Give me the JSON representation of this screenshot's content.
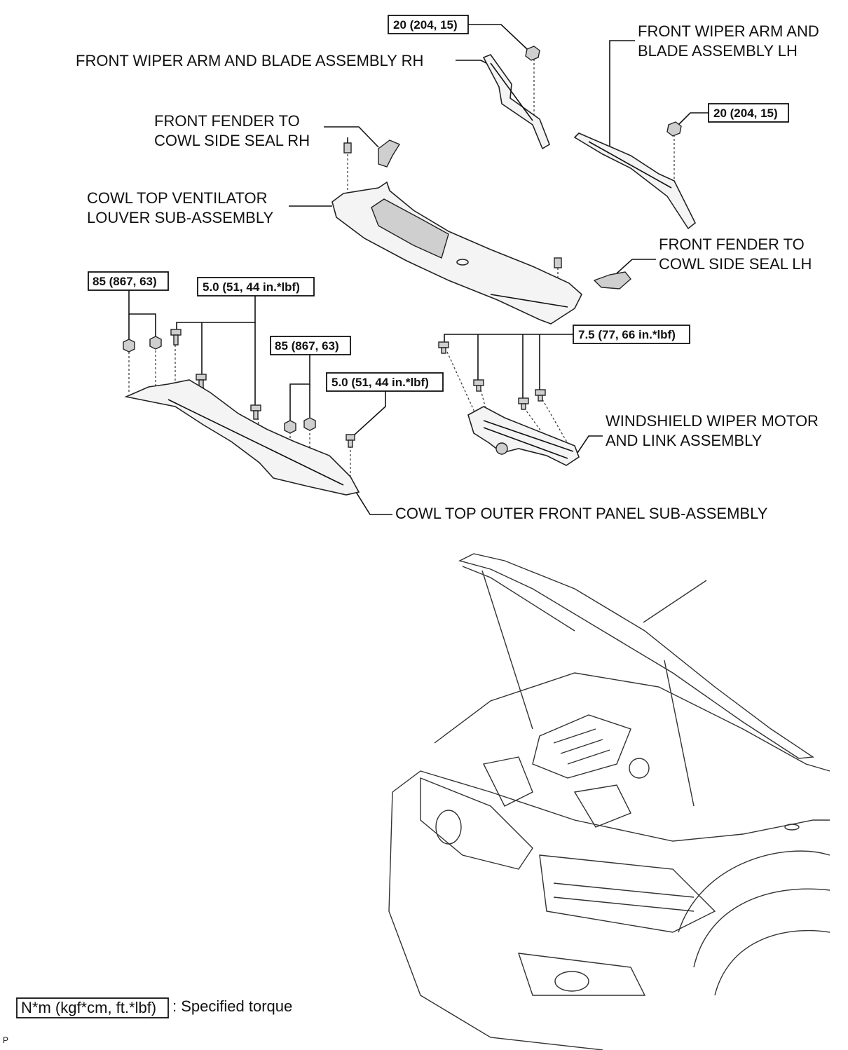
{
  "labels": {
    "wiper_arm_rh": "FRONT WIPER ARM AND BLADE ASSEMBLY RH",
    "wiper_arm_lh_1": "FRONT WIPER ARM AND",
    "wiper_arm_lh_2": "BLADE ASSEMBLY LH",
    "seal_rh_1": "FRONT FENDER TO",
    "seal_rh_2": "COWL SIDE SEAL RH",
    "louver_1": "COWL TOP VENTILATOR",
    "louver_2": "LOUVER SUB-ASSEMBLY",
    "seal_lh_1": "FRONT FENDER TO",
    "seal_lh_2": "COWL SIDE SEAL LH",
    "motor_1": "WINDSHIELD WIPER MOTOR",
    "motor_2": "AND LINK ASSEMBLY",
    "outer_panel": "COWL TOP OUTER FRONT PANEL SUB-ASSEMBLY"
  },
  "torques": {
    "wiper_rh": "20 (204, 15)",
    "wiper_lh": "20 (204, 15)",
    "panel_nut_left": "85 (867, 63)",
    "panel_bolt_left": "5.0 (51, 44 in.*lbf)",
    "panel_nut_right": "85 (867, 63)",
    "panel_bolt_right": "5.0 (51, 44 in.*lbf)",
    "motor_bolts": "7.5 (77, 66 in.*lbf)"
  },
  "legend": {
    "unit_box": "N*m (kgf*cm, ft.*lbf)",
    "description": ": Specified torque"
  },
  "corner_mark": "P"
}
